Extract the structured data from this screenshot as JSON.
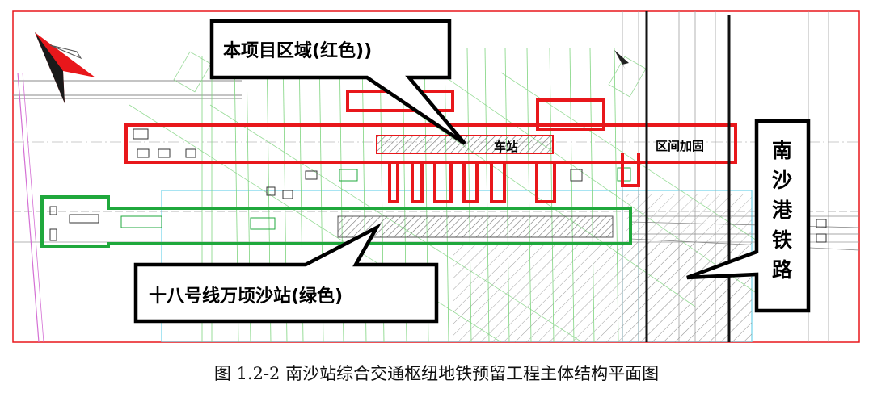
{
  "callouts": {
    "project_area": "本项目区域(红色))",
    "line18_station": "十八号线万顷沙站(绿色)",
    "railway": [
      "南",
      "沙",
      "港",
      "铁",
      "路"
    ]
  },
  "labels": {
    "station": "车站",
    "section_reinforcement": "区间加固"
  },
  "caption": "图 1.2-2  南沙站综合交通枢纽地铁预留工程主体结构平面图",
  "colors": {
    "project_outline": "#e8171b",
    "line18_outline": "#1fa83c",
    "frame": "#e8171b",
    "callout_border": "#000000",
    "cyan_zone": "#6fd3e8",
    "green_grid": "#7fd47f"
  },
  "icons": [
    "north-arrow-icon",
    "compass-icon"
  ]
}
